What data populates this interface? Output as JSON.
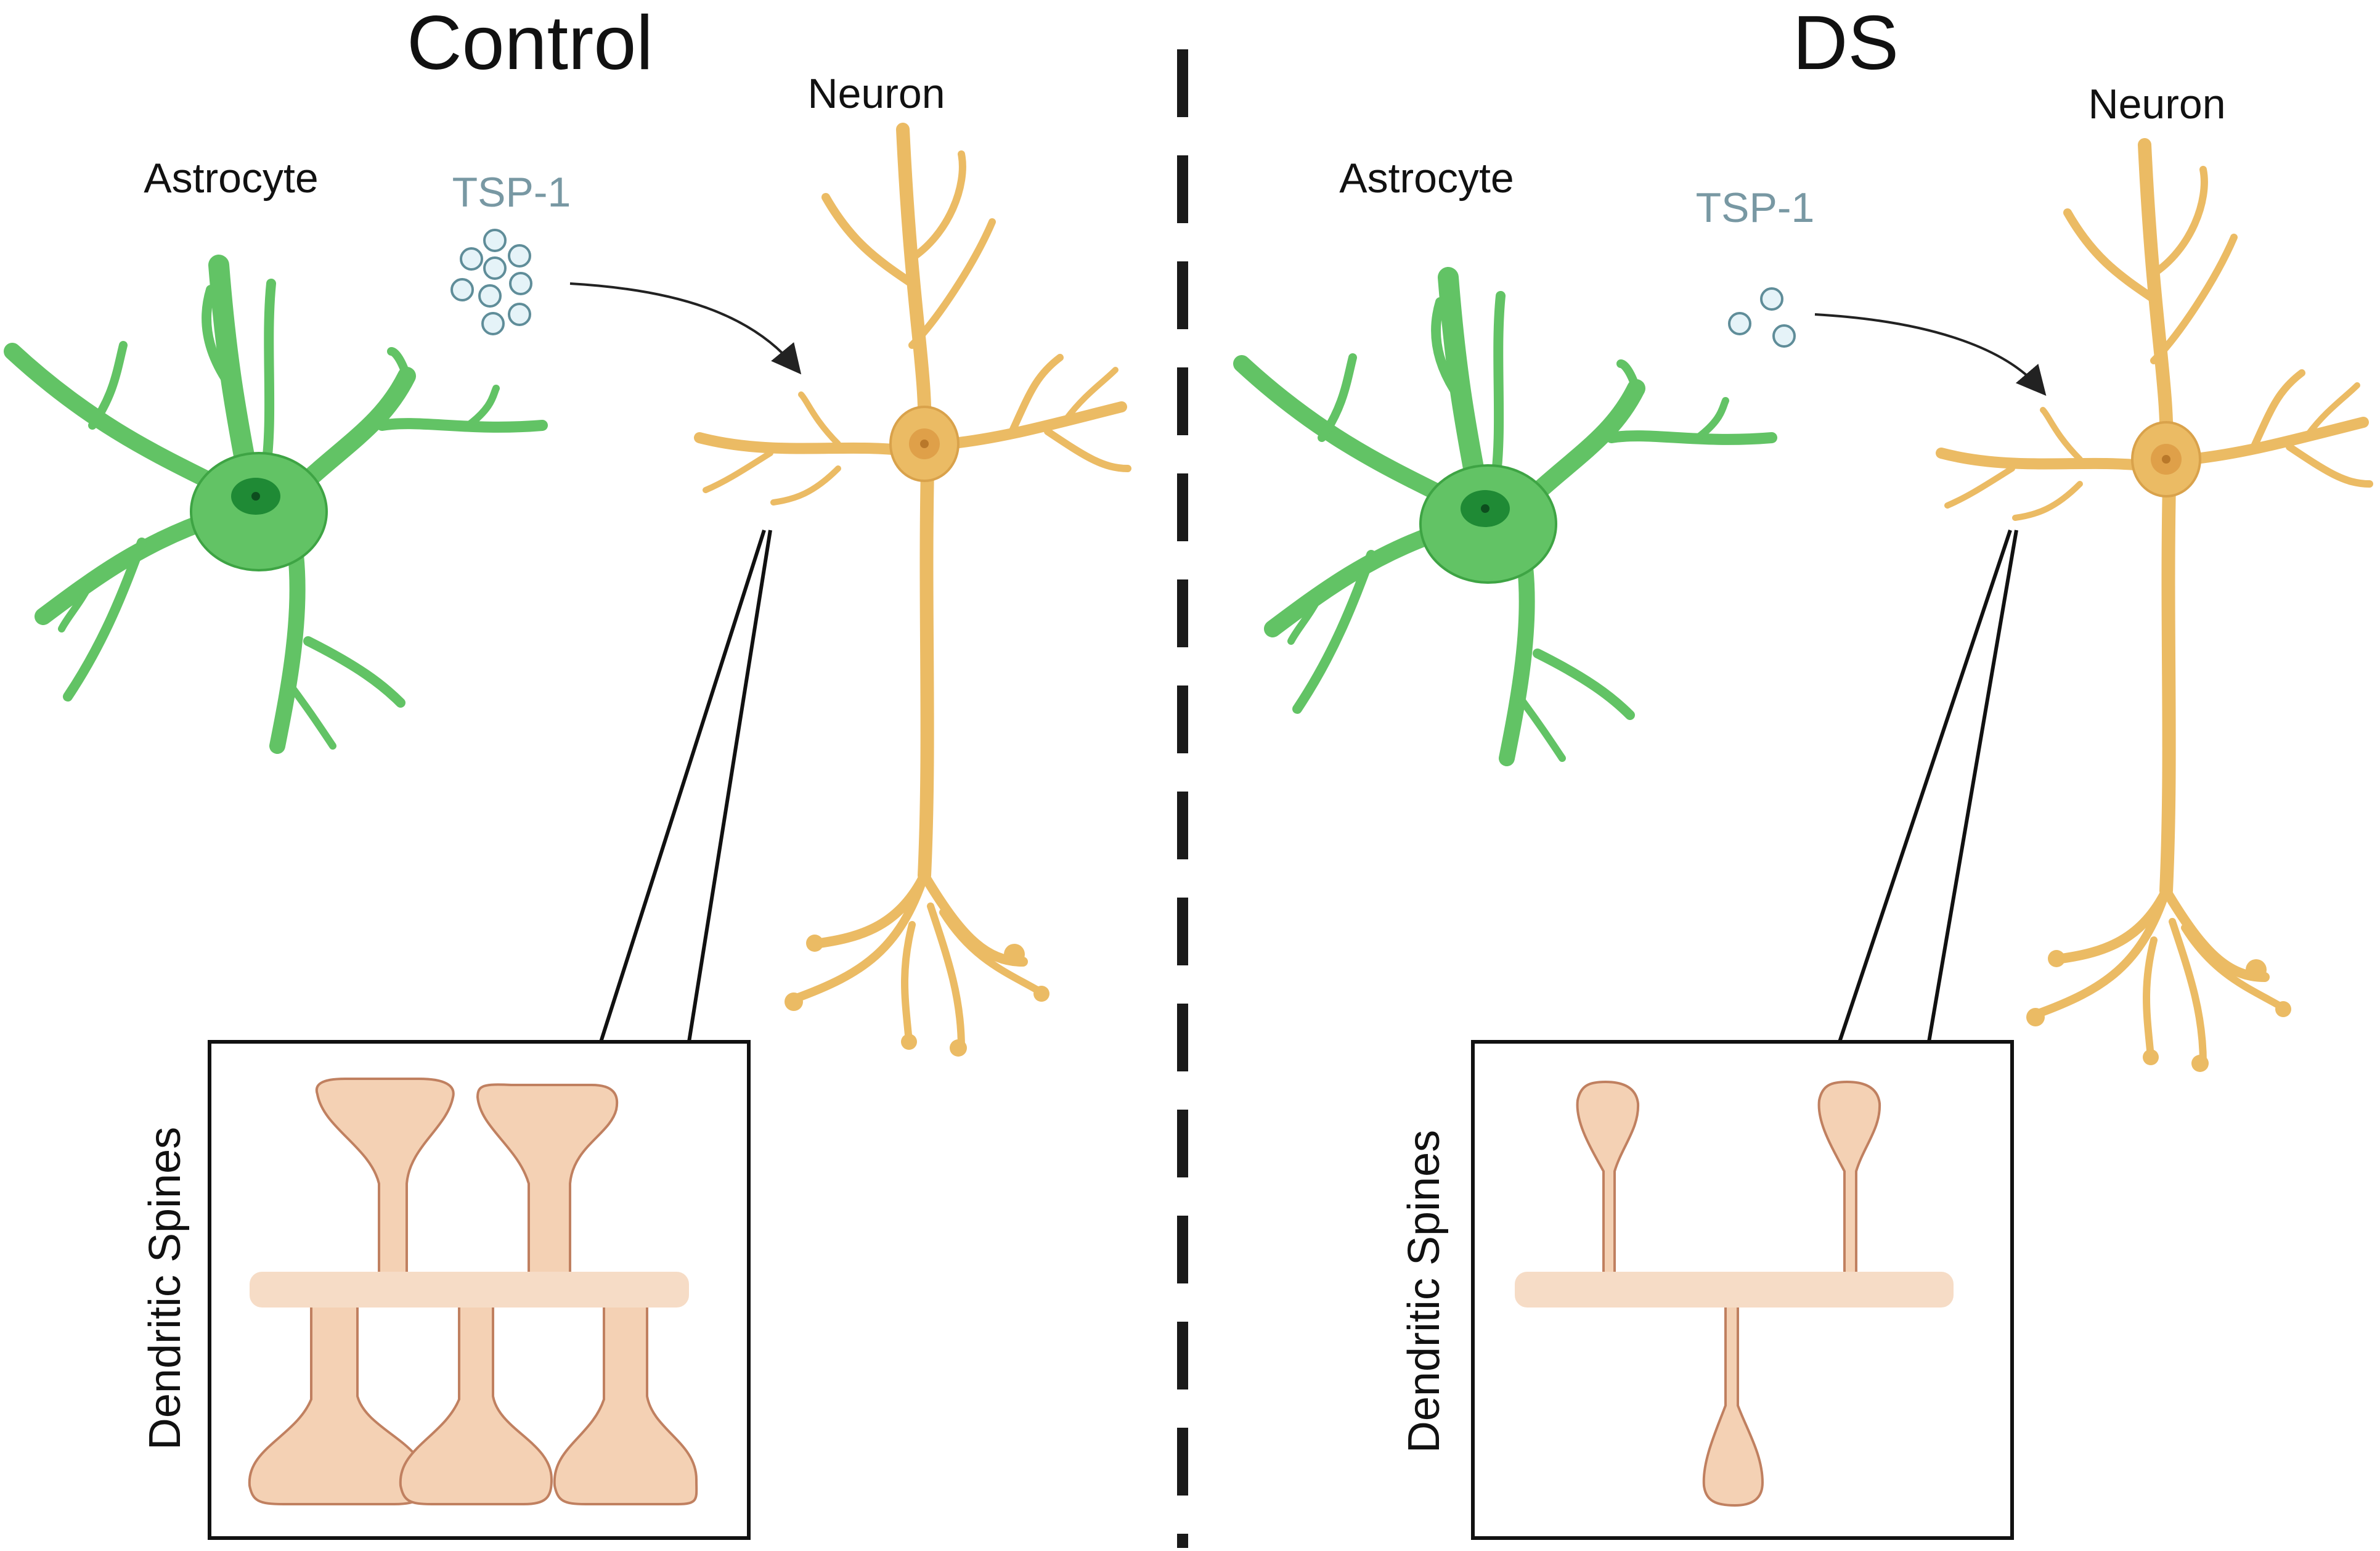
{
  "panels": {
    "control": {
      "title": "Control",
      "astrocyte_label": "Astrocyte",
      "neuron_label": "Neuron",
      "tsp_label": "TSP-1",
      "inset_label": "Dendritic Spines"
    },
    "ds": {
      "title": "DS",
      "astrocyte_label": "Astrocyte",
      "neuron_label": "Neuron",
      "tsp_label": "TSP-1",
      "inset_label": "Dendritic Spines"
    }
  },
  "colors": {
    "astrocyte_body": "#62c365",
    "astrocyte_outline": "#3ea444",
    "astrocyte_nucleus": "#1f8a35",
    "neuron_body": "#ebbb64",
    "neuron_outline": "#d9a24b",
    "neuron_nucleus": "#dfa049",
    "tsp_text": "#7898a3",
    "tsp_circle_fill": "#e5f3f8",
    "tsp_circle_stroke": "#5f8d99",
    "spine_fill": "#f4d1b4",
    "spine_stroke": "#c08060",
    "shaft_fill": "#f6dcc6",
    "divider": "#1a1a1a"
  }
}
